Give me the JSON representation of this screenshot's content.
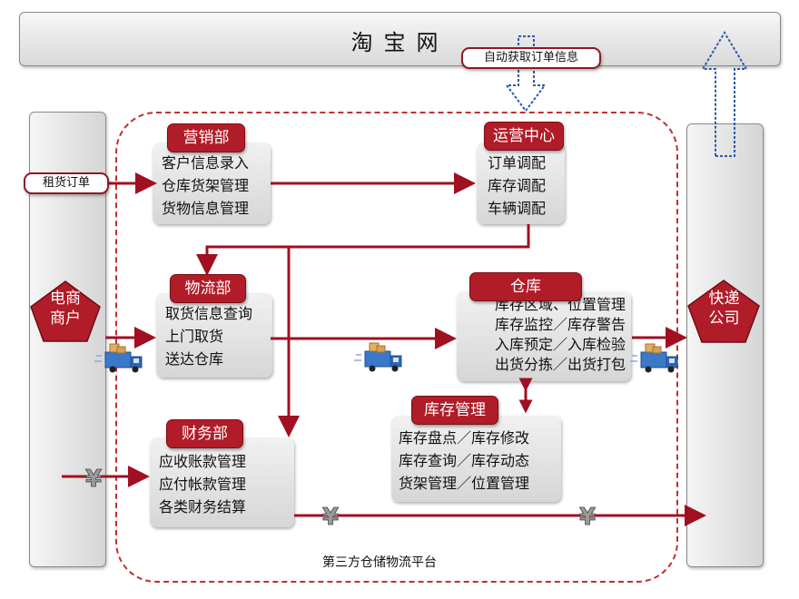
{
  "top_bar": {
    "title": "淘宝网"
  },
  "auto_label": "自动获取订单信息",
  "order_label": "租货订单",
  "left_pillar": {
    "pentagon_lines": [
      "电商",
      "商户"
    ]
  },
  "right_pillar": {
    "pentagon_lines": [
      "快递",
      "公司"
    ]
  },
  "boxes": {
    "marketing": {
      "title": "营销部",
      "lines": [
        "客户信息录入",
        "仓库货架管理",
        "货物信息管理"
      ]
    },
    "operations": {
      "title": "运营中心",
      "lines": [
        "订单调配",
        "库存调配",
        "车辆调配"
      ]
    },
    "logistics": {
      "title": "物流部",
      "lines": [
        "取货信息查询",
        "上门取货",
        "送达仓库"
      ]
    },
    "warehouse": {
      "title": "仓库",
      "lines": [
        "库存区域、位置管理",
        "库存监控／库存警告",
        "入库预定／入库检验",
        "出货分拣／出货打包"
      ]
    },
    "inventory": {
      "title": "库存管理",
      "lines": [
        "库存盘点／库存修改",
        "库存查询／库存动态",
        "货架管理／位置管理"
      ]
    },
    "finance": {
      "title": "财务部",
      "lines": [
        "应收账款管理",
        "应付帐款管理",
        "各类财务结算"
      ]
    }
  },
  "platform_caption": "第三方仓储物流平台",
  "currency_symbol": "¥",
  "colors": {
    "accent": "#b01c28",
    "arrow": "#a01020",
    "dotted": "#2a5caa",
    "border_dashed": "#c03030"
  }
}
